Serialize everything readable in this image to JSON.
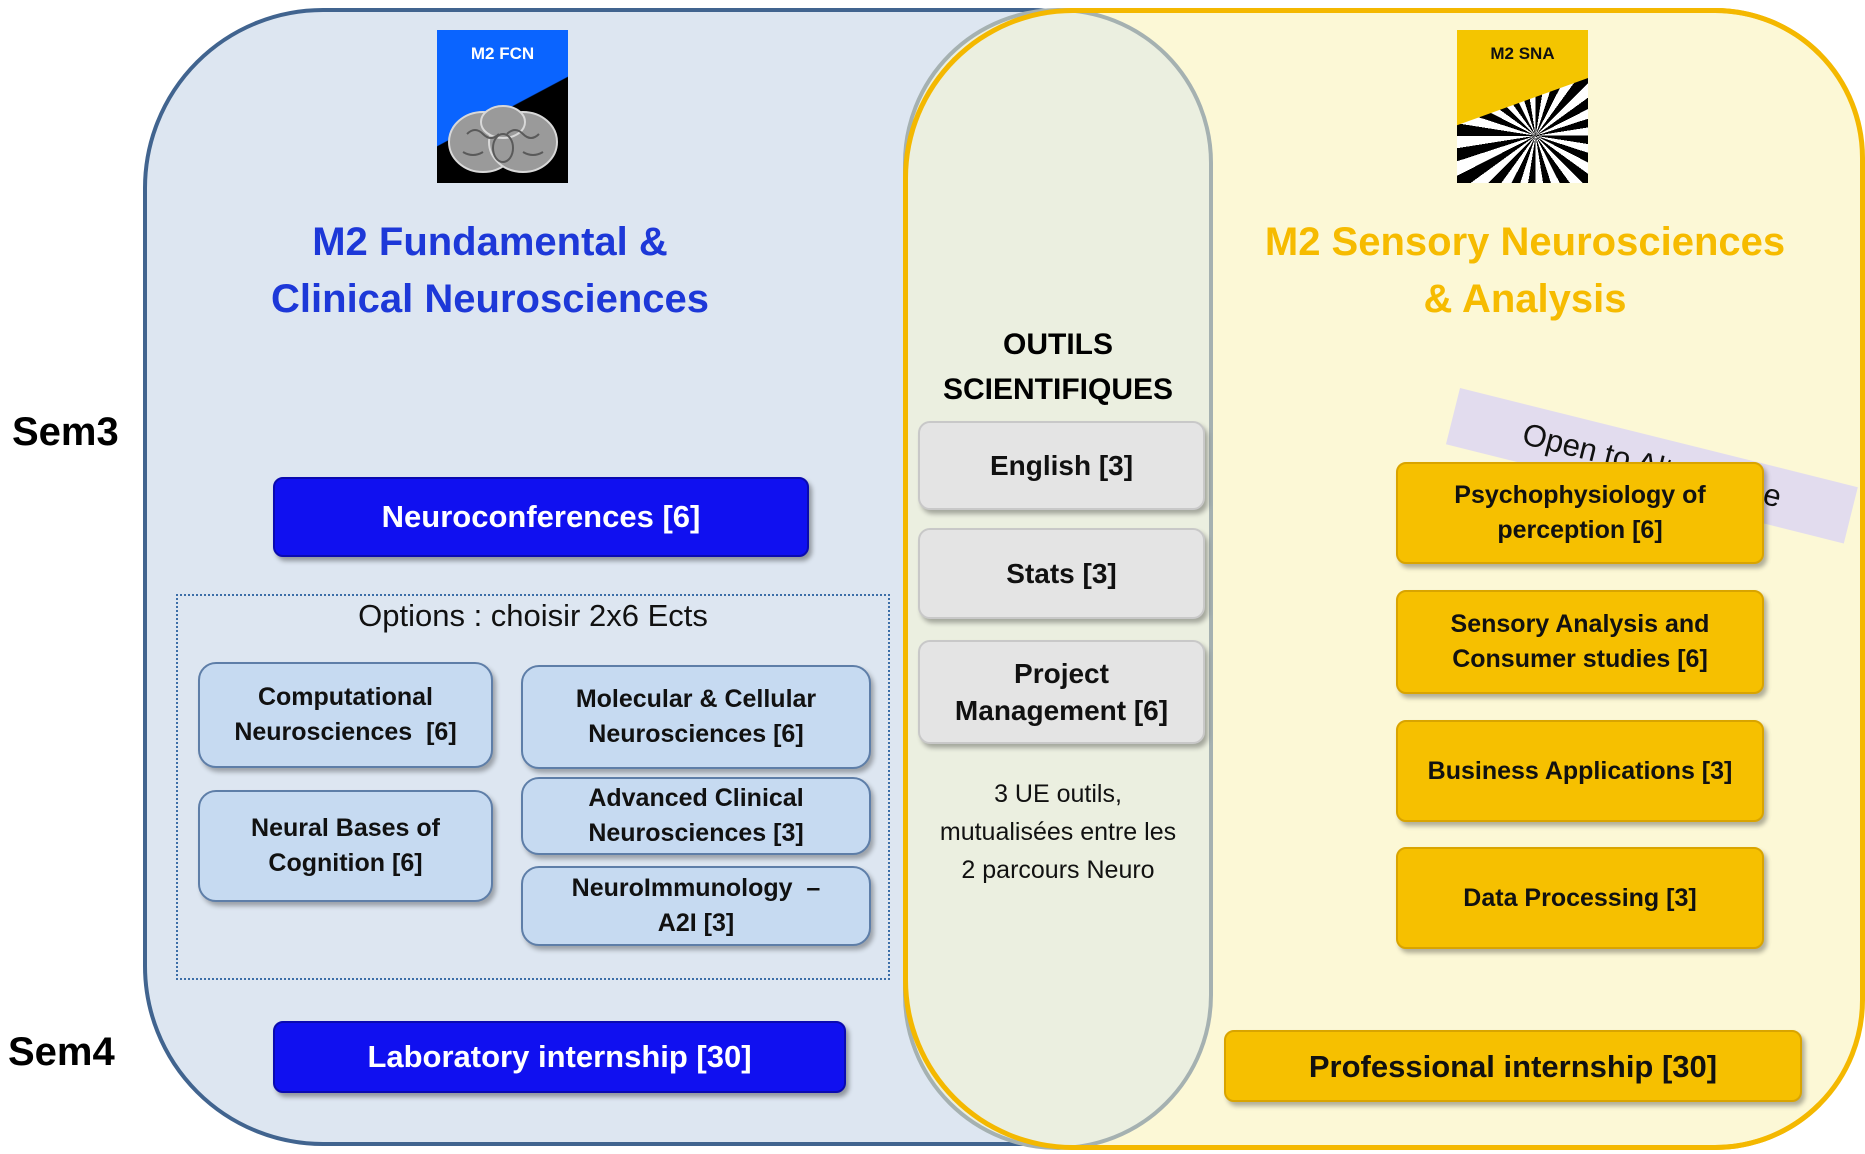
{
  "semesters": {
    "sem3": "Sem3",
    "sem4": "Sem4"
  },
  "fcn": {
    "logo_label": "M2 FCN",
    "title_line1": "M2 Fundamental &",
    "title_line2": "Clinical Neurosciences",
    "neuroconferences": "Neuroconferences [6]",
    "options_title": "Options : choisir 2x6 Ects",
    "options": {
      "computational_l1": "Computational",
      "computational_l2": "Neurosciences  [6]",
      "neural_l1": "Neural Bases of",
      "neural_l2": "Cognition [6]",
      "molecular_l1": "Molecular & Cellular",
      "molecular_l2": "Neurosciences [6]",
      "advanced_l1": "Advanced Clinical",
      "advanced_l2": "Neurosciences [3]",
      "immuno_l1": "NeuroImmunology  –",
      "immuno_l2": "A2I [3]"
    },
    "internship": "Laboratory internship [30]"
  },
  "tools": {
    "title_line1": "OUTILS",
    "title_line2": "SCIENTIFIQUES",
    "english": "English [3]",
    "stats": "Stats [3]",
    "project_l1": "Project",
    "project_l2": "Management [6]",
    "note_l1": "3 UE outils,",
    "note_l2": "mutualisées entre les",
    "note_l3": "2 parcours Neuro"
  },
  "sna": {
    "logo_label": "M2 SNA",
    "title_line1": "M2 Sensory Neurosciences",
    "title_line2": "& Analysis",
    "alternance": "Open to Alternance",
    "psycho_l1": "Psychophysiology of",
    "psycho_l2": "perception [6]",
    "sensory_l1": "Sensory Analysis and",
    "sensory_l2": "Consumer studies [6]",
    "business": "Business Applications [3]",
    "data": "Data Processing [3]",
    "internship": "Professional internship [30]"
  },
  "colors": {
    "fcn_blue": "#1010f0",
    "fcn_title": "#1d38d8",
    "sna_yellow": "#f6c000",
    "sna_title": "#f6bb00",
    "tools_grey": "#e4e4e4"
  }
}
